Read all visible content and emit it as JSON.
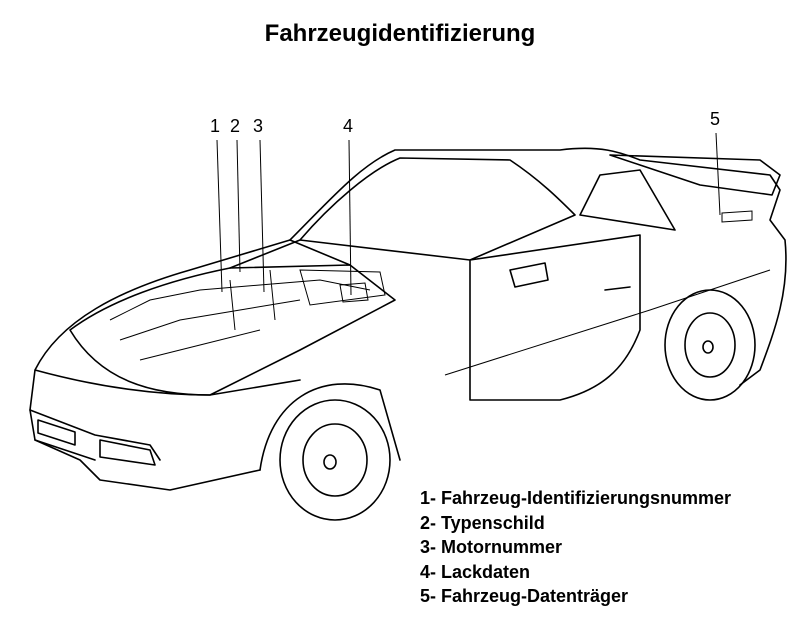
{
  "title": "Fahrzeugidentifizierung",
  "callouts": [
    "1",
    "2",
    "3",
    "4",
    "5"
  ],
  "legend": [
    "1- Fahrzeug-Identifizierungsnummer",
    "2- Typenschild",
    "3- Motornummer",
    "4- Lackdaten",
    "5- Fahrzeug-Datenträger"
  ]
}
